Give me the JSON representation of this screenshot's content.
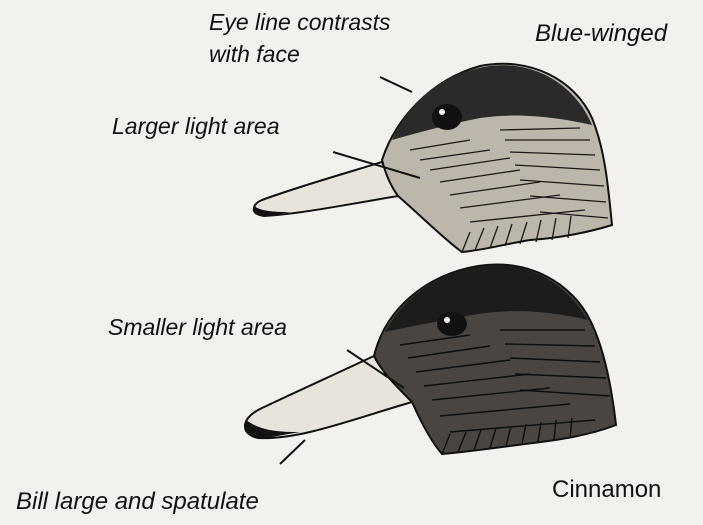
{
  "species": {
    "top": "Blue-winged",
    "bottom": "Cinnamon"
  },
  "labels": {
    "eye_line_1": "Eye line contrasts",
    "eye_line_2": "with face",
    "larger_light": "Larger light area",
    "smaller_light": "Smaller light area",
    "bill": "Bill large and spatulate"
  },
  "colors": {
    "paper": "#f3f1ee",
    "ink": "#111111"
  }
}
